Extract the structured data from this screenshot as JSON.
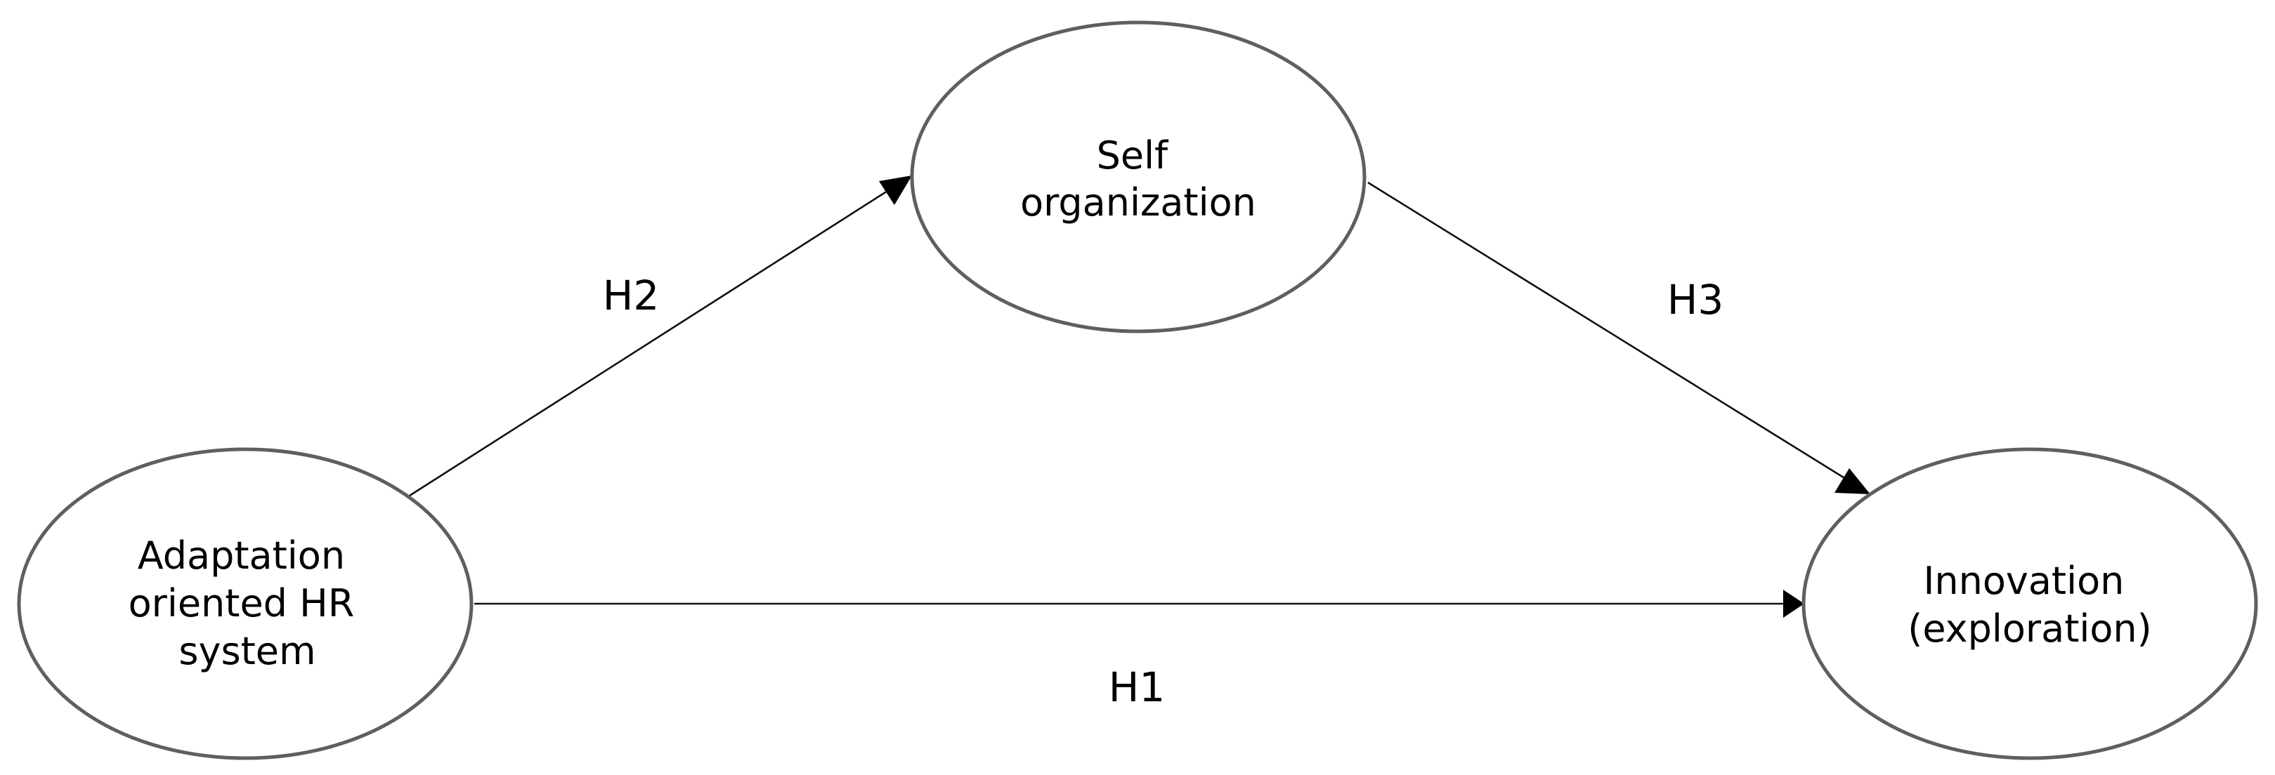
{
  "diagram": {
    "nodes": {
      "adaptation": {
        "lines": [
          "Adaptation",
          "oriented HR",
          "system"
        ]
      },
      "self_org": {
        "lines": [
          "Self",
          "organization"
        ]
      },
      "innovation": {
        "lines": [
          "Innovation",
          "(exploration)"
        ]
      }
    },
    "edges": {
      "h1": {
        "label": "H1",
        "from": "Adaptation oriented HR system",
        "to": "Innovation (exploration)"
      },
      "h2": {
        "label": "H2",
        "from": "Adaptation oriented HR system",
        "to": "Self organization"
      },
      "h3": {
        "label": "H3",
        "from": "Self organization",
        "to": "Innovation (exploration)"
      }
    }
  }
}
